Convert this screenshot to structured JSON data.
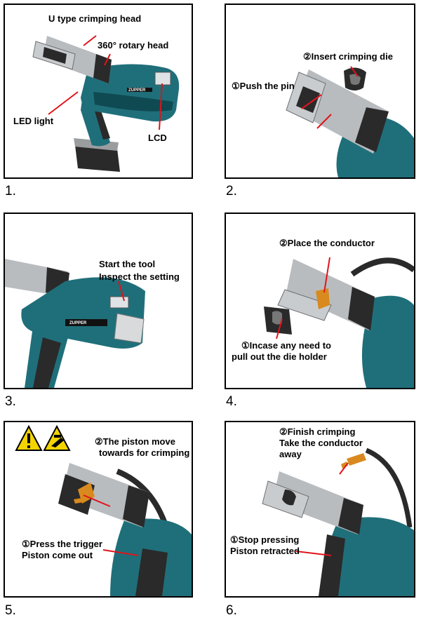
{
  "panels": [
    {
      "number": "1.",
      "labels": {
        "u_head": "U type crimping head",
        "rotary": "360° rotary head",
        "led": "LED light",
        "lcd": "LCD"
      },
      "logo": "ZUPPER"
    },
    {
      "number": "2.",
      "labels": {
        "insert_die": "②Insert crimping die",
        "push_pin": "①Push the pin"
      }
    },
    {
      "number": "3.",
      "labels": {
        "start_1": "Start the tool",
        "start_2": "Inspect the setting"
      },
      "logo": "ZUPPER"
    },
    {
      "number": "4.",
      "labels": {
        "place": "②Place the conductor",
        "incase_1": "①Incase any need to",
        "incase_2": "pull out the die holder"
      }
    },
    {
      "number": "5.",
      "labels": {
        "piston_1": "②The piston move",
        "piston_2": "towards for crimping",
        "press_1": "①Press the trigger",
        "press_2": "Piston come out"
      }
    },
    {
      "number": "6.",
      "labels": {
        "finish_1": "②Finish crimping",
        "finish_2": "Take the conductor",
        "finish_3": "away",
        "stop_1": "①Stop pressing",
        "stop_2": "Piston retracted"
      }
    }
  ],
  "colors": {
    "body": "#1f6f7a",
    "body_dark": "#0f4a52",
    "grip": "#2a2a2a",
    "steel": "#b9bcbf",
    "steel_dark": "#6d7073",
    "arrow": "#e0141b",
    "copper": "#d98a1e",
    "warning": "#f2d400"
  },
  "icons": [
    "warning-triangle-icon",
    "hand-crush-warning-icon"
  ]
}
